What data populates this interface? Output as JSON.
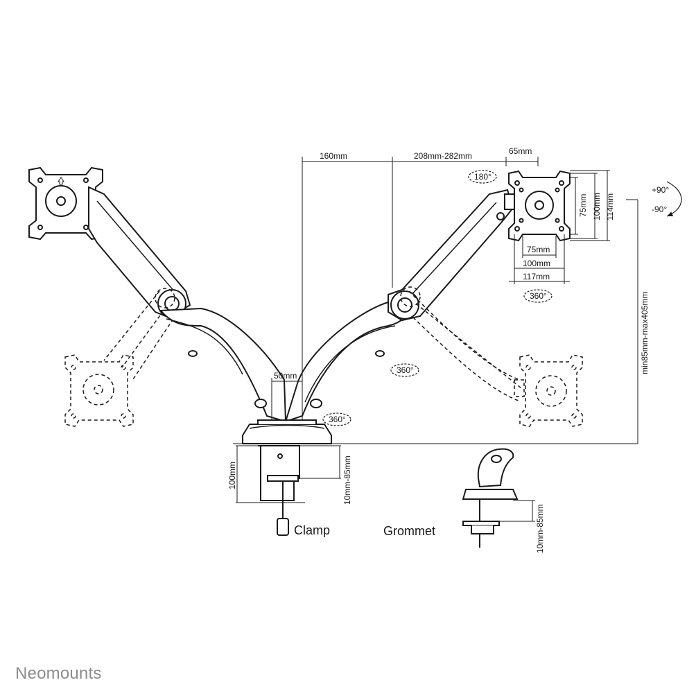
{
  "dimensions": {
    "arm_span": "160mm",
    "arm_extension": "208mm-282mm",
    "head_offset": "65mm",
    "base_gap": "50mm",
    "pole_height": "min85mm-max405mm",
    "clamp_height": "100mm",
    "clamp_desk_thickness": "10mm-85mm",
    "grommet_desk_thickness": "10mm-85mm"
  },
  "vesa": {
    "h1": "75mm",
    "h2": "100mm",
    "h3": "117mm",
    "v1": "75mm",
    "v2": "100mm",
    "v3": "114mm"
  },
  "rotation": {
    "tilt_up": "+90°",
    "tilt_down": "-90°",
    "swivel": "180°",
    "rotate_screen": "360°",
    "rotate_arm": "360°",
    "rotate_base": "360°"
  },
  "labels": {
    "clamp": "Clamp",
    "grommet": "Grommet"
  },
  "brand": "Neomounts",
  "colors": {
    "line": "#1a1a1a",
    "brand": "#8c8c8c"
  }
}
